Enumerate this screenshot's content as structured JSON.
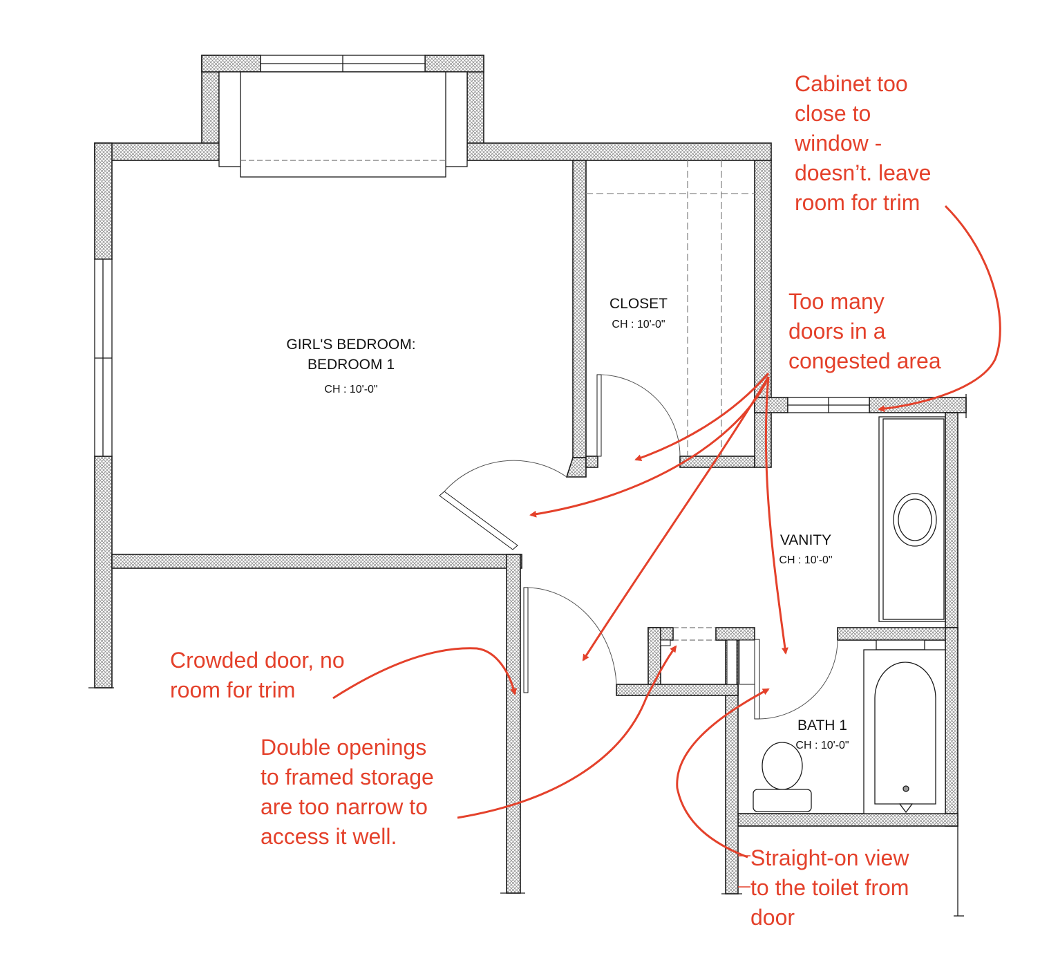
{
  "colors": {
    "wall_outline": "#1a1a1a",
    "wall_hatch": "#9a9a9a",
    "annotation": "#e4412b",
    "text": "#111111"
  },
  "rooms": {
    "bedroom": {
      "name_line1": "GIRL'S BEDROOM:",
      "name_line2": "BEDROOM 1",
      "ceiling": "CH : 10'-0\""
    },
    "closet": {
      "name": "CLOSET",
      "ceiling": "CH : 10'-0\""
    },
    "vanity": {
      "name": "VANITY",
      "ceiling": "CH : 10'-0\""
    },
    "bath": {
      "name": "BATH 1",
      "ceiling": "CH : 10'-0\""
    }
  },
  "annotations": {
    "cabinet": {
      "lines": [
        "Cabinet too",
        "close to",
        "window -",
        "doesn’t. leave",
        "room for trim"
      ]
    },
    "doors": {
      "lines": [
        "Too many",
        "doors in a",
        "congested area"
      ]
    },
    "crowded": {
      "lines": [
        "Crowded door, no",
        "room for trim"
      ]
    },
    "storage": {
      "lines": [
        "Double openings",
        "to framed storage",
        "are too narrow to",
        "access it well."
      ]
    },
    "toilet": {
      "lines": [
        "Straight-on view",
        "to the toilet from",
        "door"
      ]
    }
  },
  "icons": {
    "walls": "hatched-wall-icon",
    "door": "door-swing-icon",
    "window": "window-icon",
    "toilet": "toilet-icon",
    "sink": "sink-icon",
    "tub": "bathtub-icon"
  }
}
